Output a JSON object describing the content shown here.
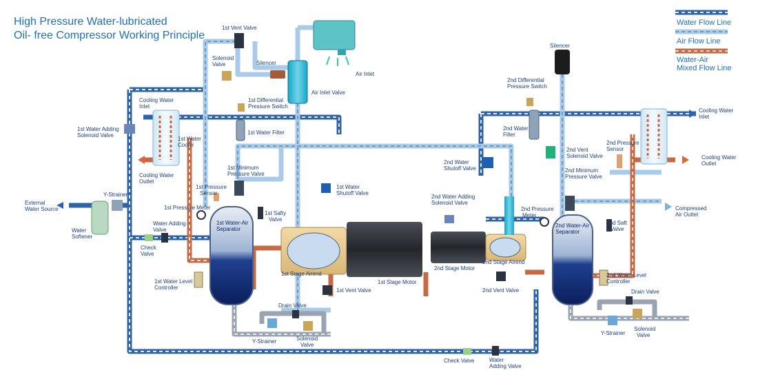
{
  "title": {
    "line1": "High Pressure Water-lubricated",
    "line2": "Oil- free Compressor Working Principle"
  },
  "legend": {
    "water": "Water Flow Line",
    "air": "Air Flow Line",
    "mixed_line1": "Water-Air",
    "mixed_line2": "Mixed Flow Line"
  },
  "colors": {
    "water_pipe": "#2f63a8",
    "air_pipe": "#a9cbe8",
    "mixed_pipe": "#c46a44",
    "label": "#1a3f7a",
    "title": "#1e6fb5"
  },
  "labels": {
    "vent_valve_1": "1st Vent Valve",
    "solenoid_valve_top_1": "Solenoid",
    "solenoid_valve_top_2": "Valve",
    "silencer_1": "Silencer",
    "air_inlet": "Air Inlet",
    "air_inlet_valve": "Air Inlet Valve",
    "cooling_water_inlet_1_a": "Cooling Water",
    "cooling_water_inlet_1_b": "Inlet",
    "diff_switch_1_a": "1st Differential",
    "diff_switch_1_b": "Pressure Switch",
    "water_adding_solenoid_1_a": "1st Water Adding",
    "water_adding_solenoid_1_b": "Solenoid Valve",
    "water_filter_1": "1st Water Filter",
    "water_cooler_1_a": "1st Water",
    "water_cooler_1_b": "Cooler",
    "cooling_water_outlet_1_a": "Cooling Water",
    "cooling_water_outlet_1_b": "Outlet",
    "min_pressure_1_a": "1st Minimum",
    "min_pressure_1_b": "Pressure Valve",
    "pressure_sensor_1_a": "1st Pressure",
    "pressure_sensor_1_b": "Sensor",
    "y_strainer_left": "Y-Strainer",
    "external_water_a": "External",
    "external_water_b": "Water Source",
    "water_softener_a": "Water",
    "water_softener_b": "Softener",
    "pressure_meter_1": "1st Pressure Meter",
    "water_adding_valve_a": "Water Adding",
    "water_adding_valve_b": "Valve",
    "check_valve_left_a": "Check",
    "check_valve_left_b": "Valve",
    "separator_1_a": "1st Water-Air",
    "separator_1_b": "Separator",
    "safety_valve_1_a": "1st Safty",
    "safety_valve_1_b": "Valve",
    "water_shutoff_1_a": "1st Water",
    "water_shutoff_1_b": "Shutoff Valve",
    "water_level_ctrl_1_a": "1st Water Level",
    "water_level_ctrl_1_b": "Controller",
    "stage1_airend": "1st Stage Airend",
    "vent_valve_1_bottom": "1st Vent Valve",
    "stage1_motor": "1st Stage Motor",
    "drain_valve_left": "Drain Valve",
    "y_strainer_bottom": "Y-Strainer",
    "solenoid_bottom_left_a": "Solenoid",
    "solenoid_bottom_left_b": "Valve",
    "check_valve_bottom": "Check Valve",
    "water_adding_bottom_a": "Water",
    "water_adding_bottom_b": "Adding Valve",
    "silencer_2": "Silencer",
    "diff_switch_2_a": "2nd Differential",
    "diff_switch_2_b": "Pressure Switch",
    "water_filter_2_a": "2nd Water",
    "water_filter_2_b": "Filter",
    "water_shutoff_2_a": "2nd Water",
    "water_shutoff_2_b": "Shutoff Valve",
    "vent_solenoid_2_a": "2nd Vent",
    "vent_solenoid_2_b": "Solenoid Valve",
    "min_pressure_2_a": "2nd Minimum",
    "min_pressure_2_b": "Pressure Valve",
    "pressure_sensor_2_a": "2nd Pressure",
    "pressure_sensor_2_b": "Sensor",
    "cooling_water_inlet_2_a": "Cooling Water",
    "cooling_water_inlet_2_b": "Inlet",
    "cooling_water_outlet_2_a": "Cooling Water",
    "cooling_water_outlet_2_b": "Outlet",
    "compressed_air_a": "Compressed",
    "compressed_air_b": "Air Outlet",
    "water_adding_solenoid_2_a": "2nd Water Adding",
    "water_adding_solenoid_2_b": "Solenoid Valve",
    "pressure_meter_2_a": "2nd Pressure",
    "pressure_meter_2_b": "Meter",
    "separator_2_a": "2nd Water-Air",
    "separator_2_b": "Separator",
    "safety_valve_2_a": "2nd Saft",
    "safety_valve_2_b": "Valve",
    "stage2_motor": "2nd Stage Motor",
    "stage2_airend": "2nd Stage Airend",
    "vent_valve_2": "2nd Vent Valve",
    "water_level_ctrl_2_a": "2nd Water Level",
    "water_level_ctrl_2_b": "Controller",
    "drain_valve_right": "Drain Valve",
    "y_strainer_right": "Y-Strainer",
    "solenoid_bottom_right_a": "Solenoid",
    "solenoid_bottom_right_b": "Valve"
  }
}
